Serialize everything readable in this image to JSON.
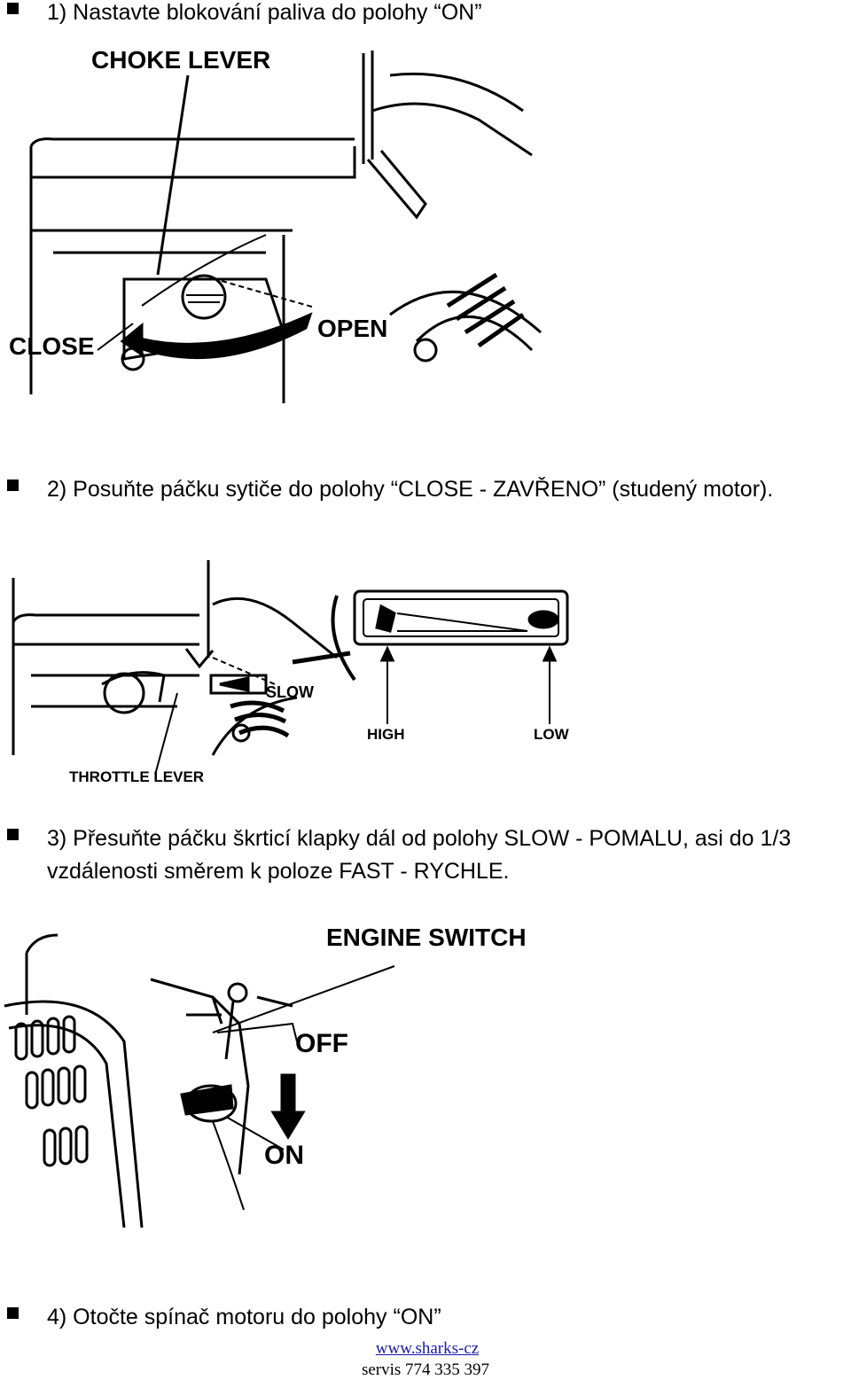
{
  "steps": [
    {
      "text": "1) Nastavte blokování paliva do polohy “ON”"
    },
    {
      "text": "2) Posuňte páčku sytiče do polohy “CLOSE - ZAVŘENO” (studený motor)."
    },
    {
      "text": "3) Přesuňte páčku škrticí klapky dál od polohy SLOW - POMALU, asi do 1/3 vzdálenosti směrem k poloze FAST - RYCHLE."
    },
    {
      "text": "4) Otočte spínač motoru do polohy “ON”"
    }
  ],
  "figures": {
    "choke": {
      "title": "CHOKE LEVER",
      "close": "CLOSE",
      "open": "OPEN"
    },
    "throttle": {
      "lever": "THROTTLE LEVER",
      "slow": "SLOW",
      "high": "HIGH",
      "low": "LOW",
      "icons": [
        "rabbit-icon",
        "turtle-icon"
      ]
    },
    "engine_switch": {
      "title": "ENGINE SWITCH",
      "off": "OFF",
      "on": "ON"
    }
  },
  "footer": {
    "website": "www.sharks-cz",
    "service": "servis 774 335 397"
  },
  "colors": {
    "text": "#000000",
    "link": "#1a1aa6",
    "background": "#ffffff"
  }
}
